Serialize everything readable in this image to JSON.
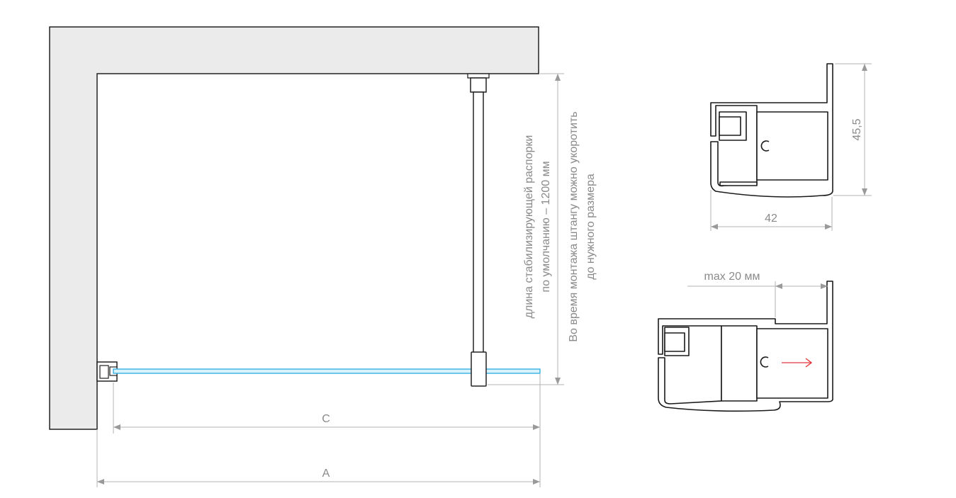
{
  "labels": {
    "rod_length_line1": "длина стабилизирующей распорки",
    "rod_length_line2": "по умолчанию – 1200 мм",
    "rod_cut_line1": "Во время монтажа штангу можно укоротить",
    "rod_cut_line2": "до нужного размера",
    "dim_c": "C",
    "dim_a": "A",
    "profile_height": "45,5",
    "profile_width": "42",
    "max_adjust": "max 20 мм"
  },
  "colors": {
    "wall": "#ebebeb",
    "glass": "#29abe2",
    "dimension": "#b3b3b3",
    "arrow": "#e5343b"
  }
}
